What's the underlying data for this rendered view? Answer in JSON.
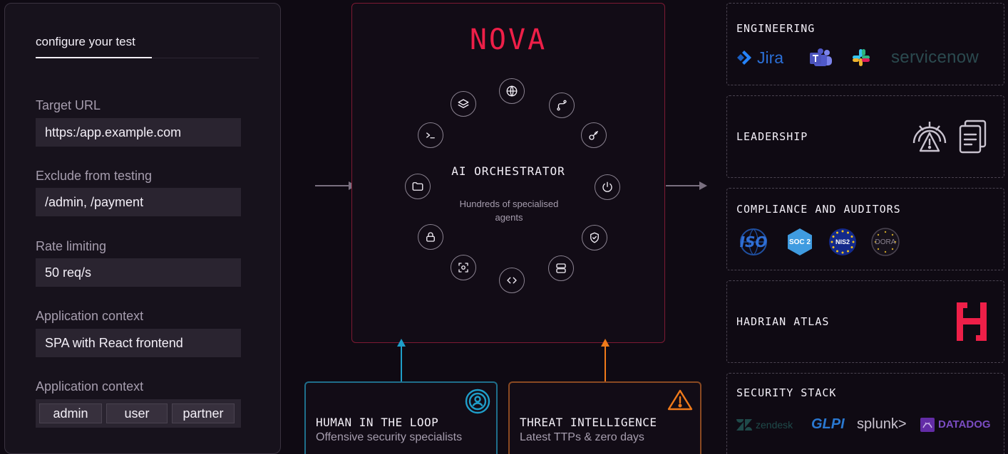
{
  "config": {
    "tab_label": "configure your test",
    "fields": [
      {
        "label": "Target URL",
        "value": "https:/app.example.com"
      },
      {
        "label": "Exclude from testing",
        "value": "/admin, /payment"
      },
      {
        "label": "Rate limiting",
        "value": "50 req/s"
      },
      {
        "label": "Application context",
        "value": "SPA with React frontend"
      }
    ],
    "roles_label": "Application context",
    "roles": [
      "admin",
      "user",
      "partner"
    ]
  },
  "nova": {
    "title": "NOVA",
    "orchestrator_title": "AI ORCHESTRATOR",
    "orchestrator_sub": "Hundreds of specialised agents",
    "agents": [
      "globe-icon",
      "git-branch-icon",
      "key-icon",
      "power-icon",
      "shield-check-icon",
      "server-icon",
      "code-icon",
      "scan-icon",
      "lock-icon",
      "folder-icon",
      "terminal-icon",
      "layers-icon"
    ],
    "accent": "#ee1f48"
  },
  "inputs": {
    "human": {
      "title": "HUMAN IN THE LOOP",
      "subtitle": "Offensive security specialists",
      "icon": "user-circle-icon",
      "color": "#1f9ec9"
    },
    "threat": {
      "title": "THREAT INTELLIGENCE",
      "subtitle": "Latest TTPs  & zero days",
      "icon": "warning-icon",
      "color": "#f07a1a"
    }
  },
  "outputs": {
    "engineering": {
      "title": "ENGINEERING",
      "logos": [
        "Jira",
        "Teams",
        "Slack",
        "servicenow"
      ]
    },
    "leadership": {
      "title": "LEADERSHIP",
      "icons": [
        "gauge-warning-icon",
        "report-icon"
      ]
    },
    "compliance": {
      "title": "COMPLIANCE AND AUDITORS",
      "badges": [
        "ISO",
        "SOC 2",
        "NIS2",
        "DORA"
      ]
    },
    "atlas": {
      "title": "HADRIAN ATLAS",
      "logo": "H"
    },
    "security": {
      "title": "SECURITY STACK",
      "logos": [
        "zendesk",
        "GLPI",
        "splunk>",
        "DATADOG"
      ]
    }
  }
}
